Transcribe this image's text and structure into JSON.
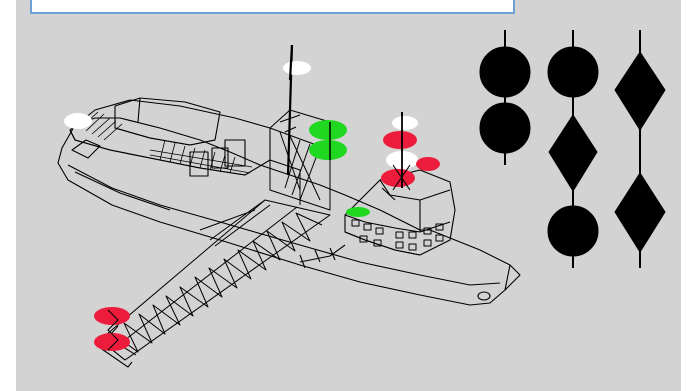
{
  "header": {
    "title_fragment": ""
  },
  "colors": {
    "background": "#d3d3d3",
    "outline": "#000000",
    "red_light": "#ee1c3c",
    "green_light": "#1fd81f",
    "white_light": "#ffffff",
    "shape": "#000000",
    "header_border": "#6ea0d6"
  },
  "scene": {
    "subject": "vessel-engaged-in-dredging-with-lights",
    "day_shapes": {
      "left_column": [
        "ball",
        "ball"
      ],
      "middle_column": [
        "ball",
        "diamond",
        "ball"
      ],
      "right_column": [
        "diamond",
        "diamond"
      ]
    },
    "lights": [
      "red",
      "red",
      "green",
      "green",
      "red",
      "white",
      "red",
      "white",
      "white",
      "white",
      "green"
    ]
  }
}
